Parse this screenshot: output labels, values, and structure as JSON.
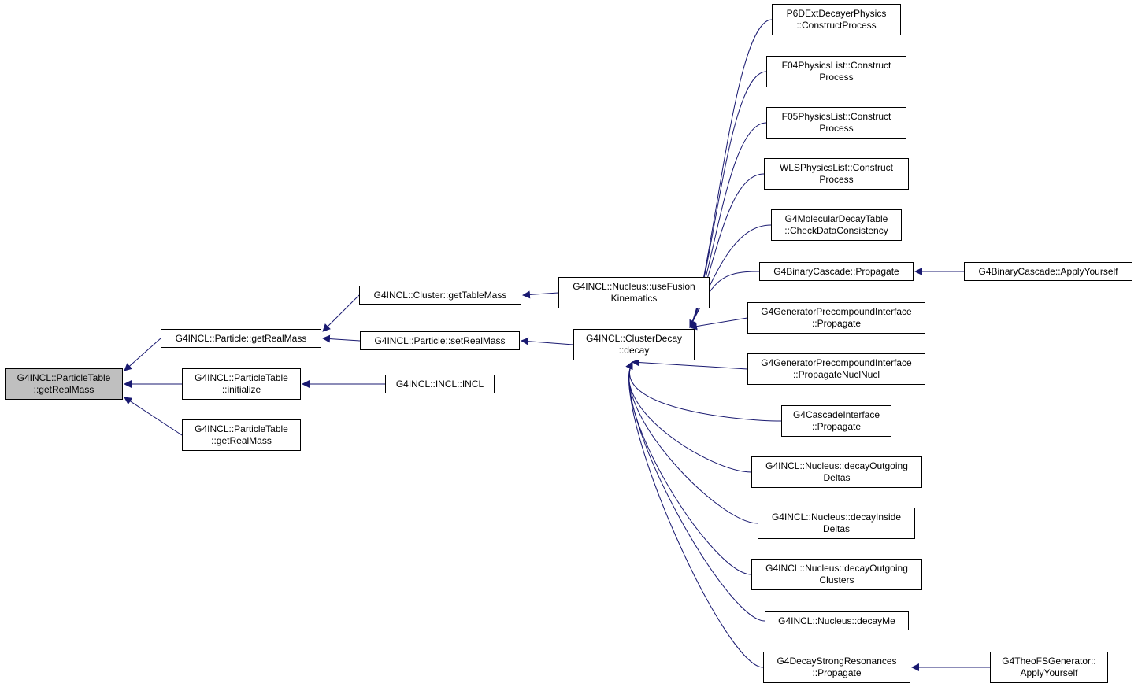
{
  "colors": {
    "edge": "#191970",
    "root_fill": "#bfbfbf",
    "node_fill": "#ffffff",
    "border": "#000000"
  },
  "nodes": {
    "root": [
      "G4INCL::ParticleTable",
      "::getRealMass"
    ],
    "particle_get_real_mass": [
      "G4INCL::Particle::getRealMass"
    ],
    "particle_table_initialize": [
      "G4INCL::ParticleTable",
      "::initialize"
    ],
    "particle_table_get_real_mass2": [
      "G4INCL::ParticleTable",
      "::getRealMass"
    ],
    "cluster_get_table_mass": [
      "G4INCL::Cluster::getTableMass"
    ],
    "particle_set_real_mass": [
      "G4INCL::Particle::setRealMass"
    ],
    "incl_incl": [
      "G4INCL::INCL::INCL"
    ],
    "nucleus_use_fusion_kinematics": [
      "G4INCL::Nucleus::useFusion",
      "Kinematics"
    ],
    "cluster_decay_decay": [
      "G4INCL::ClusterDecay",
      "::decay"
    ],
    "p6d_construct_process": [
      "P6DExtDecayerPhysics",
      "::ConstructProcess"
    ],
    "f04_construct_process": [
      "F04PhysicsList::Construct",
      "Process"
    ],
    "f05_construct_process": [
      "F05PhysicsList::Construct",
      "Process"
    ],
    "wls_construct_process": [
      "WLSPhysicsList::Construct",
      "Process"
    ],
    "molecular_check_data": [
      "G4MolecularDecayTable",
      "::CheckDataConsistency"
    ],
    "binary_cascade_propagate": [
      "G4BinaryCascade::Propagate"
    ],
    "binary_cascade_apply": [
      "G4BinaryCascade::ApplyYourself"
    ],
    "generator_precompound_propagate": [
      "G4GeneratorPrecompoundInterface",
      "::Propagate"
    ],
    "generator_precompound_propagate_nn": [
      "G4GeneratorPrecompoundInterface",
      "::PropagateNuclNucl"
    ],
    "cascade_interface_propagate": [
      "G4CascadeInterface",
      "::Propagate"
    ],
    "nucleus_decay_outgoing_deltas": [
      "G4INCL::Nucleus::decayOutgoing",
      "Deltas"
    ],
    "nucleus_decay_inside_deltas": [
      "G4INCL::Nucleus::decayInside",
      "Deltas"
    ],
    "nucleus_decay_outgoing_clusters": [
      "G4INCL::Nucleus::decayOutgoing",
      "Clusters"
    ],
    "nucleus_decay_me": [
      "G4INCL::Nucleus::decayMe"
    ],
    "decay_strong_resonances_propagate": [
      "G4DecayStrongResonances",
      "::Propagate"
    ],
    "theo_fs_apply": [
      "G4TheoFSGenerator::",
      "ApplyYourself"
    ]
  },
  "edges": [
    [
      "particle_get_real_mass",
      "root"
    ],
    [
      "particle_table_initialize",
      "root"
    ],
    [
      "particle_table_get_real_mass2",
      "root"
    ],
    [
      "cluster_get_table_mass",
      "particle_get_real_mass"
    ],
    [
      "particle_set_real_mass",
      "particle_get_real_mass"
    ],
    [
      "incl_incl",
      "particle_table_initialize"
    ],
    [
      "nucleus_use_fusion_kinematics",
      "cluster_get_table_mass"
    ],
    [
      "cluster_decay_decay",
      "particle_set_real_mass"
    ],
    [
      "p6d_construct_process",
      "cluster_decay_decay"
    ],
    [
      "f04_construct_process",
      "cluster_decay_decay"
    ],
    [
      "f05_construct_process",
      "cluster_decay_decay"
    ],
    [
      "wls_construct_process",
      "cluster_decay_decay"
    ],
    [
      "molecular_check_data",
      "cluster_decay_decay"
    ],
    [
      "binary_cascade_propagate",
      "cluster_decay_decay"
    ],
    [
      "generator_precompound_propagate",
      "cluster_decay_decay"
    ],
    [
      "generator_precompound_propagate_nn",
      "cluster_decay_decay"
    ],
    [
      "cascade_interface_propagate",
      "cluster_decay_decay"
    ],
    [
      "nucleus_decay_outgoing_deltas",
      "cluster_decay_decay"
    ],
    [
      "nucleus_decay_inside_deltas",
      "cluster_decay_decay"
    ],
    [
      "nucleus_decay_outgoing_clusters",
      "cluster_decay_decay"
    ],
    [
      "nucleus_decay_me",
      "cluster_decay_decay"
    ],
    [
      "decay_strong_resonances_propagate",
      "cluster_decay_decay"
    ],
    [
      "binary_cascade_apply",
      "binary_cascade_propagate"
    ],
    [
      "theo_fs_apply",
      "decay_strong_resonances_propagate"
    ]
  ]
}
